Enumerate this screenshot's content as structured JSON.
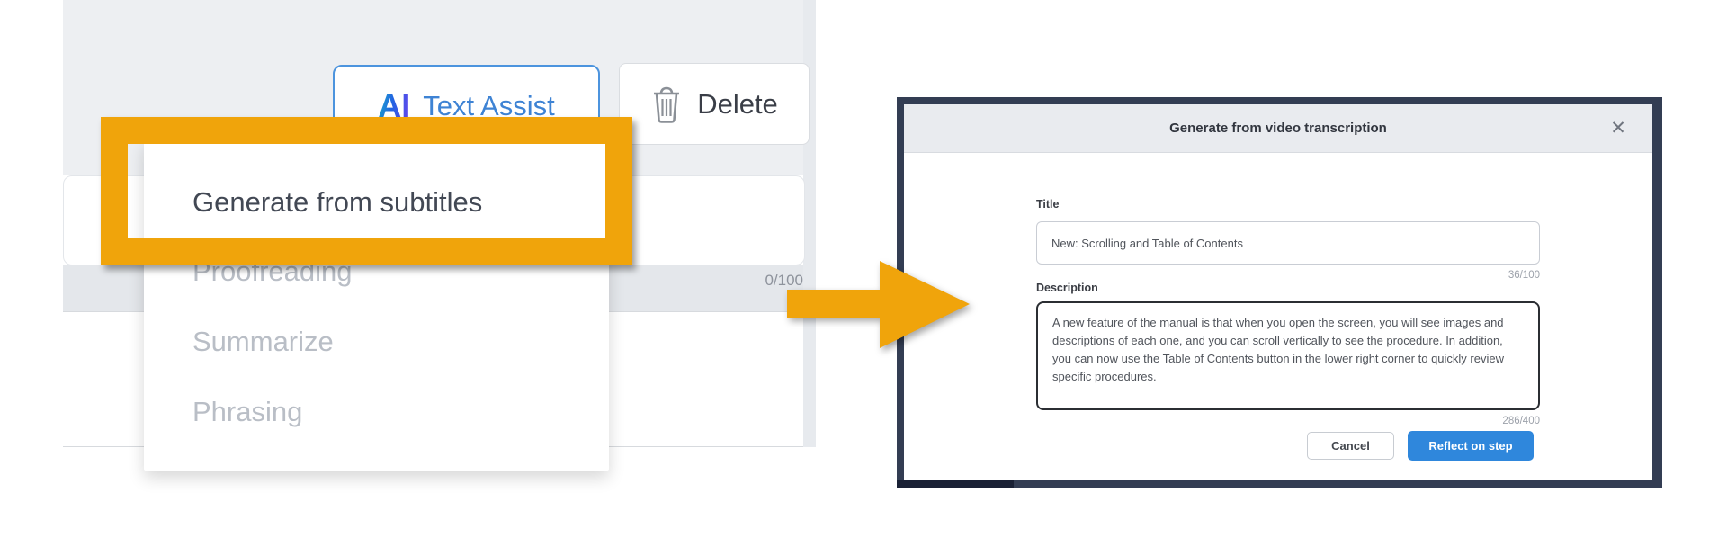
{
  "left_panel": {
    "toolbar": {
      "ai_logo": "AI",
      "text_assist_label": "Text Assist",
      "delete_label": "Delete"
    },
    "char_counter": "0/100",
    "dropdown": {
      "items": [
        {
          "label": "Generate from subtitles",
          "enabled": true,
          "highlighted": true
        },
        {
          "label": "Proofreading",
          "enabled": false
        },
        {
          "label": "Summarize",
          "enabled": false
        },
        {
          "label": "Phrasing",
          "enabled": false
        }
      ]
    },
    "highlight_color": "#F0A40B"
  },
  "arrow": {
    "direction": "right",
    "color": "#F0A40B"
  },
  "modal": {
    "title": "Generate from video transcription",
    "close_icon": "✕",
    "title_field": {
      "label": "Title",
      "value": "New: Scrolling and Table of Contents",
      "counter": "36/100"
    },
    "description_field": {
      "label": "Description",
      "value": "A new feature of the manual is that when you open the screen, you will see images and descriptions of each one, and you can scroll vertically to see the procedure. In addition, you can now use the Table of Contents button in the lower right corner to quickly review specific procedures.",
      "counter": "286/400"
    },
    "buttons": {
      "cancel": "Cancel",
      "submit": "Reflect on step"
    },
    "accent_color": "#2F87DC",
    "border_color": "#333D53"
  }
}
